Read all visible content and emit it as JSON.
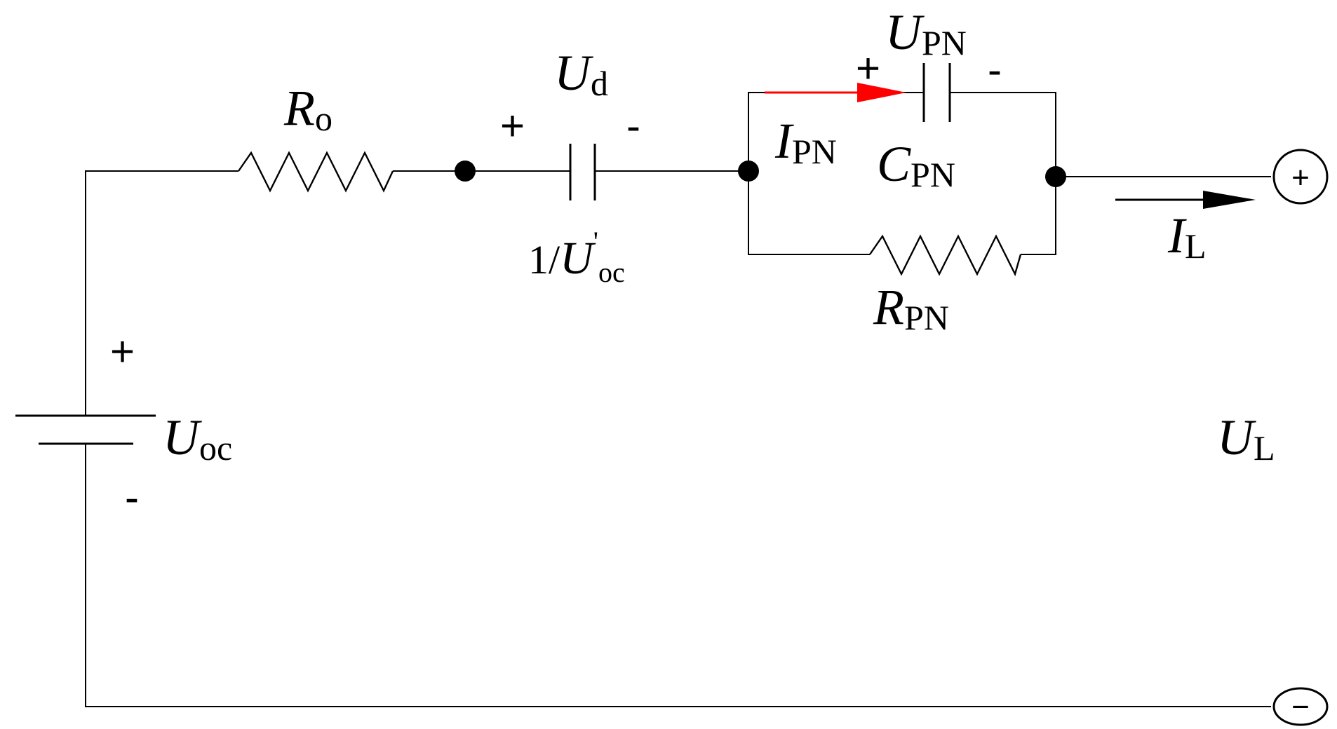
{
  "labels": {
    "ro": {
      "main": "R",
      "sub": "o"
    },
    "ud": {
      "main": "U",
      "sub": "d"
    },
    "cd": {
      "pre": "1/",
      "main": "U",
      "prime": "'",
      "sub": "oc"
    },
    "upn": {
      "main": "U",
      "sub": "PN"
    },
    "ipn": {
      "main": "I",
      "sub": "PN"
    },
    "cpn": {
      "main": "C",
      "sub": "PN"
    },
    "rpn": {
      "main": "R",
      "sub": "PN"
    },
    "il": {
      "main": "I",
      "sub": "L"
    },
    "ul": {
      "main": "U",
      "sub": "L"
    },
    "uoc": {
      "main": "U",
      "sub": "oc"
    }
  },
  "signs": {
    "ud_plus": "+",
    "ud_minus": "-",
    "upn_plus": "+",
    "upn_minus": "-",
    "uoc_plus": "+",
    "uoc_minus": "-"
  },
  "terminals": {
    "plus": "+",
    "minus": "−"
  },
  "colors": {
    "wire": "#000000",
    "current_arrow_ipn": "#ff0000",
    "current_arrow_il": "#000000"
  }
}
